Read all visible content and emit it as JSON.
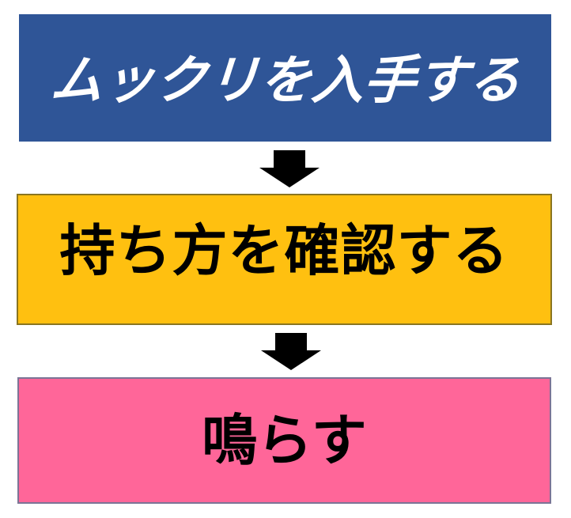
{
  "flowchart": {
    "description": "three-step vertical process flow",
    "steps": [
      {
        "id": "obtain",
        "label": "ムックリを入手する",
        "background": "#2f5597",
        "text_color": "#ffffff",
        "text_style": "bold-italic"
      },
      {
        "id": "hold",
        "label": "持ち方を確認する",
        "background": "#ffc010",
        "border_color": "#8a7520",
        "text_color": "#000000",
        "text_style": "bold"
      },
      {
        "id": "sound",
        "label": "鳴らす",
        "background": "#ff6699",
        "border_color": "#7b7596",
        "text_color": "#000000",
        "text_style": "bold"
      }
    ],
    "arrows": [
      {
        "id": "arrow-1",
        "direction": "down",
        "color": "#000000"
      },
      {
        "id": "arrow-2",
        "direction": "down",
        "color": "#000000"
      }
    ]
  }
}
